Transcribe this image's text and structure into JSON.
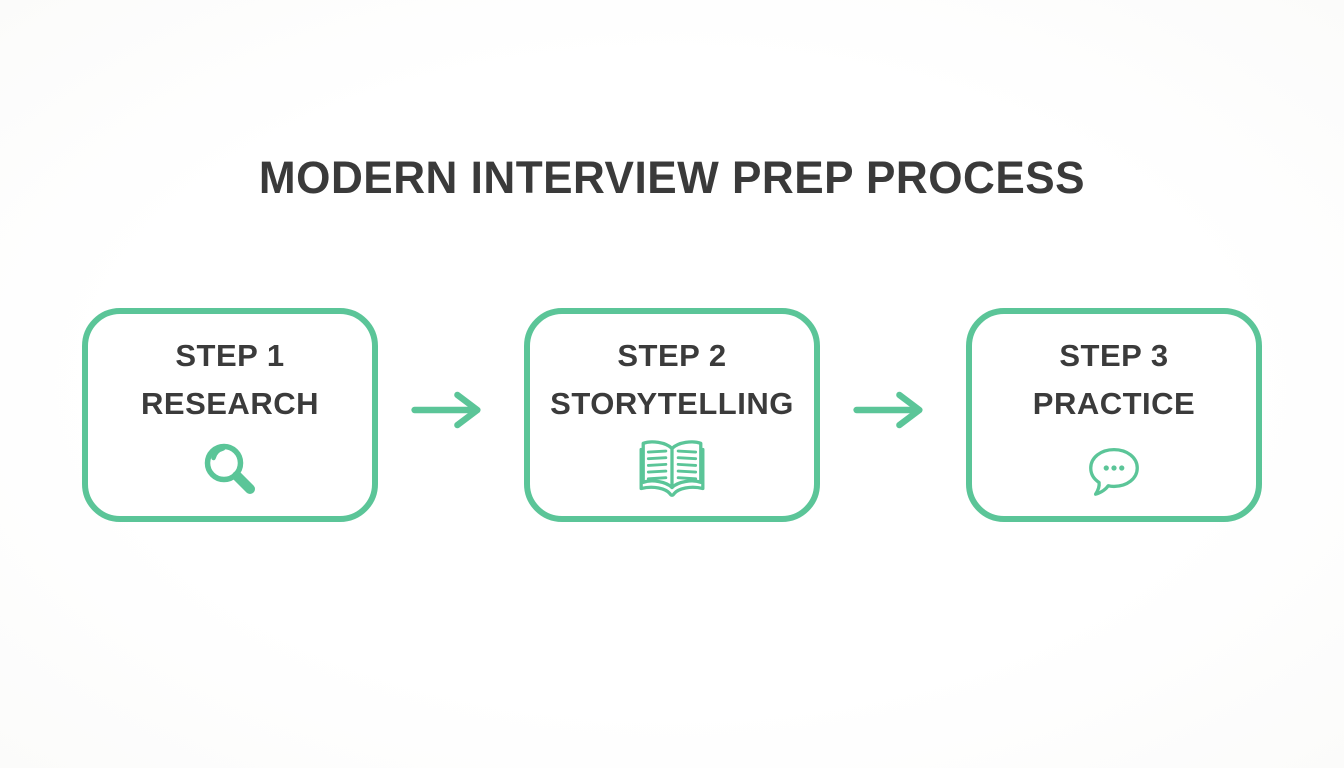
{
  "title": "MODERN INTERVIEW PREP PROCESS",
  "colors": {
    "accent_green": "#5bc598",
    "text_dark": "#3b3b3b",
    "background": "#fdfdfc"
  },
  "steps": [
    {
      "step_label": "STEP 1",
      "name": "RESEARCH",
      "icon": "magnifier-search-icon"
    },
    {
      "step_label": "STEP 2",
      "name": "STORYTELLING",
      "icon": "open-book-icon"
    },
    {
      "step_label": "STEP 3",
      "name": "PRACTICE",
      "icon": "speech-bubble-icon"
    }
  ],
  "connectors": [
    {
      "icon": "arrow-right-icon"
    },
    {
      "icon": "arrow-right-icon"
    }
  ]
}
